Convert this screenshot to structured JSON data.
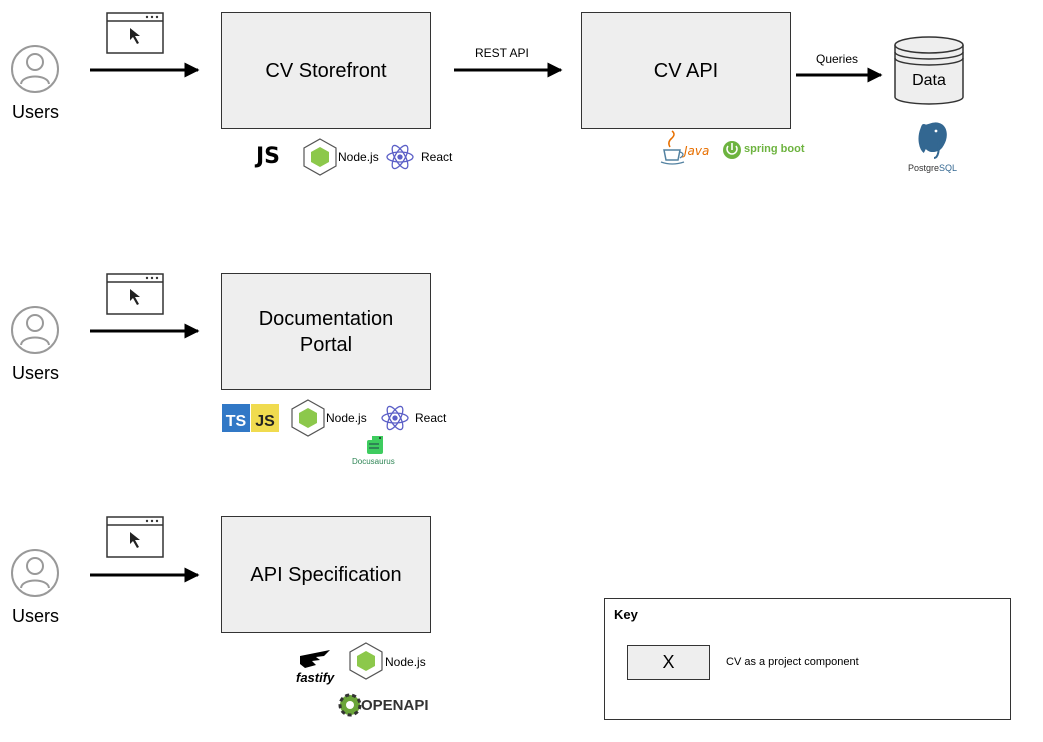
{
  "rows": [
    {
      "user_label": "Users",
      "component": "CV Storefront",
      "tech": {
        "js": "JS",
        "node": "Node.js",
        "react": "React"
      }
    },
    {
      "user_label": "Users",
      "component": "Documentation\nPortal",
      "tech": {
        "ts": "TS",
        "js": "JS",
        "node": "Node.js",
        "react": "React",
        "docusaurus": "Docusaurus"
      }
    },
    {
      "user_label": "Users",
      "component": "API Specification",
      "tech": {
        "fastify": "fastify",
        "node": "Node.js",
        "openapi": "OPENAPI"
      }
    }
  ],
  "api": {
    "edge_label": "REST API",
    "component": "CV API",
    "tech": {
      "java": "Java",
      "spring": "spring boot"
    }
  },
  "data": {
    "edge_label": "Queries",
    "store": "Data",
    "tech": {
      "postgres_a": "Postgre",
      "postgres_b": "SQL"
    }
  },
  "key": {
    "title": "Key",
    "symbol": "X",
    "description": "CV as a project component"
  },
  "colors": {
    "box_fill": "#eeeeee",
    "stroke": "#333333",
    "ts_blue": "#3178c6",
    "js_yellow": "#f0db4f",
    "react_blue": "#5b5fc7",
    "node_green": "#8cc84b",
    "spring_green": "#6db33f",
    "java_red": "#e76f00",
    "java_blue": "#5382a1",
    "pg_blue": "#336791",
    "docusaurus_green": "#3ecc5f"
  }
}
